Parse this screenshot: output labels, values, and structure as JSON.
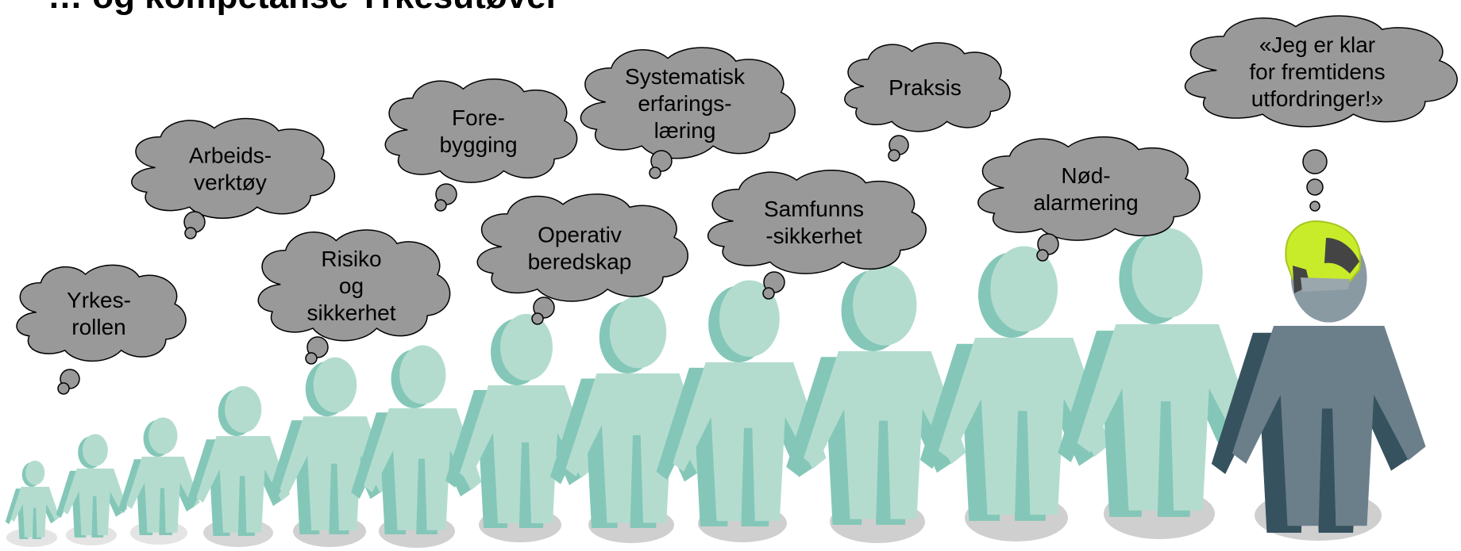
{
  "title": "… og kompetanse Yrkesutøver",
  "colors": {
    "figure_light": "#b3dccf",
    "figure_dark": "#84c7b8",
    "firefighter_light": "#6b7f8b",
    "firefighter_dark": "#37525f",
    "helmet": "#c8ec2a",
    "helmet_band": "#444444",
    "cloud_fill": "#999999",
    "cloud_stroke": "#000000",
    "shadow": "#cfcfcf",
    "shadow_light": "#e4e4e4"
  },
  "bubbles": [
    {
      "id": "yrkesrollen",
      "lines": [
        "Yrkes-",
        "rollen"
      ]
    },
    {
      "id": "arbeidsverktoy",
      "lines": [
        "Arbeids-",
        "verktøy"
      ]
    },
    {
      "id": "risiko",
      "lines": [
        "Risiko",
        "og",
        "sikkerhet"
      ]
    },
    {
      "id": "forebygging",
      "lines": [
        "Fore-",
        "bygging"
      ]
    },
    {
      "id": "operativ",
      "lines": [
        "Operativ",
        "beredskap"
      ]
    },
    {
      "id": "systematisk",
      "lines": [
        "Systematisk",
        "erfarings-",
        "læring"
      ]
    },
    {
      "id": "samfunns",
      "lines": [
        "Samfunns",
        "-sikkerhet"
      ]
    },
    {
      "id": "praksis",
      "lines": [
        "Praksis"
      ]
    },
    {
      "id": "nodalarmering",
      "lines": [
        "Nød-",
        "alarmering"
      ]
    },
    {
      "id": "klar",
      "lines": [
        "«Jeg er klar",
        "for fremtidens",
        "utfordringer!»"
      ]
    }
  ]
}
